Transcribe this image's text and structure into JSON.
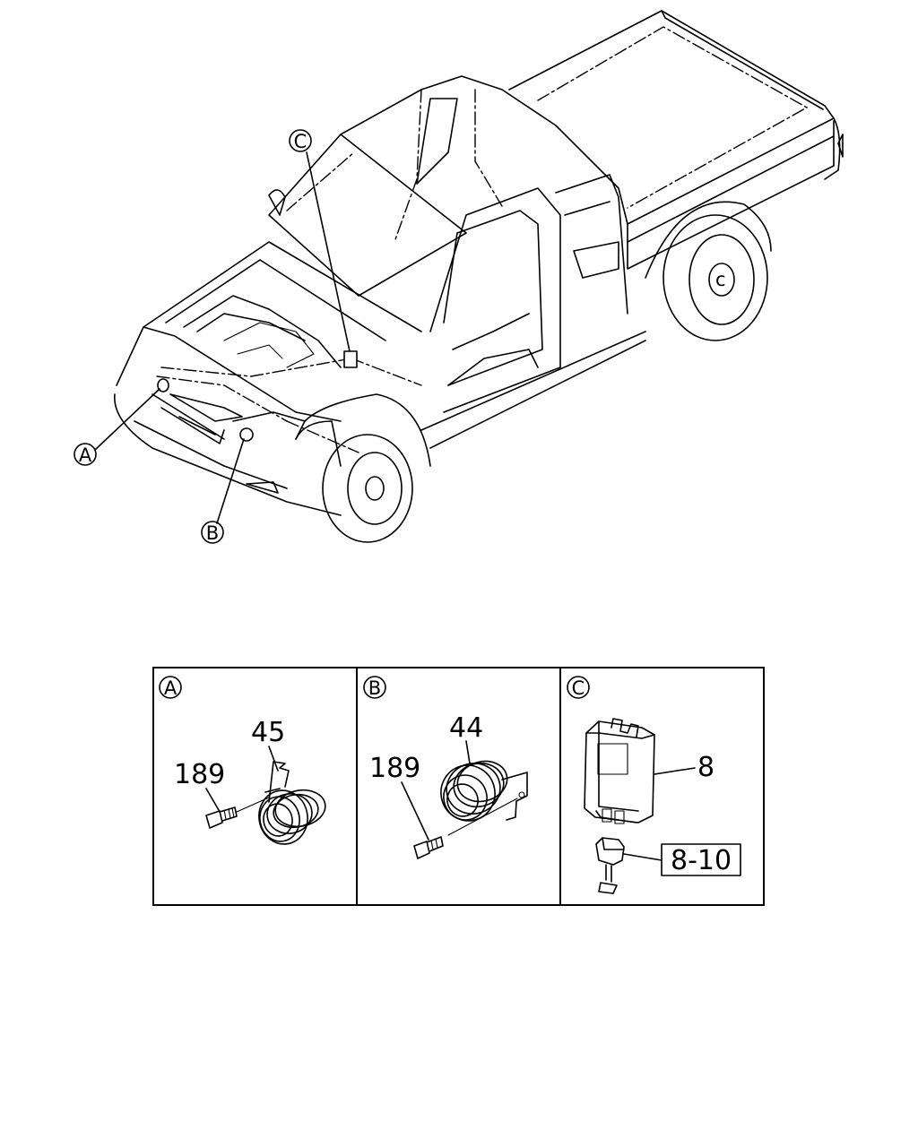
{
  "callouts": {
    "a": "A",
    "b": "B",
    "c": "C"
  },
  "panels": [
    {
      "letter": "A",
      "part_numbers": [
        "45",
        "189"
      ]
    },
    {
      "letter": "B",
      "part_numbers": [
        "44",
        "189"
      ]
    },
    {
      "letter": "C",
      "part_numbers": [
        "8",
        "8-10"
      ]
    }
  ],
  "icons": {
    "vehicle": "pickup-truck-outline",
    "horn_a": "horn-icon",
    "horn_b": "horn-icon",
    "module_c": "control-module-icon"
  }
}
